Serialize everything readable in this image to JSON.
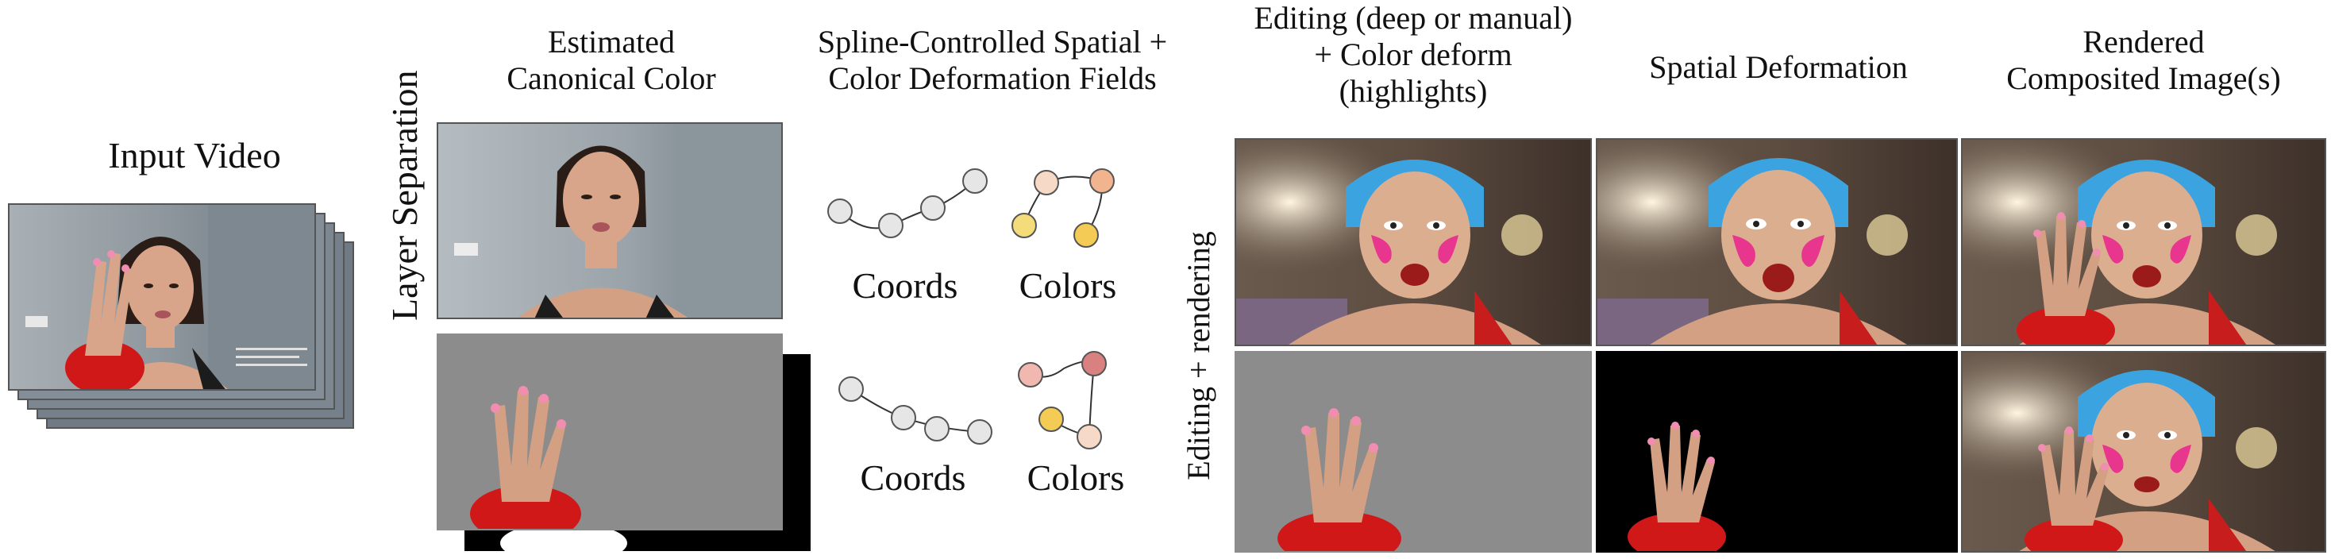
{
  "headers": {
    "input_video": "Input Video",
    "canonical_line1": "Estimated",
    "canonical_line2": "Canonical Color",
    "spline_line1": "Spline-Controlled Spatial +",
    "spline_line2": "Color Deformation Fields",
    "editing_line1": "Editing (deep or manual)",
    "editing_line2": "+ Color deform",
    "editing_line3": "(highlights)",
    "spatial": "Spatial Deformation",
    "rendered_line1": "Rendered",
    "rendered_line2": "Composited Image(s)"
  },
  "side_labels": {
    "layer_separation": "Layer Separation",
    "editing_rendering": "Editing + rendering"
  },
  "field_labels": {
    "coords_top": "Coords",
    "colors_top": "Colors",
    "coords_bottom": "Coords",
    "colors_bottom": "Colors"
  },
  "colors": {
    "gray_layer": "#8c8c8c",
    "black_bg": "#000000",
    "skin": "#d9a58a",
    "hair_blue": "#3aa3e0",
    "blush": "#e8368f",
    "lips": "#9b1a1a",
    "scrunchie": "#d11818",
    "spline_node": "#e6e6e6",
    "color_node_peach": "#f7d9c8",
    "color_node_orange": "#f2b48f",
    "color_node_yellow": "#f5dc7a",
    "color_node_pink": "#f0b8b0",
    "color_node_rose": "#d98080",
    "color_node_gold": "#f4cc55"
  }
}
